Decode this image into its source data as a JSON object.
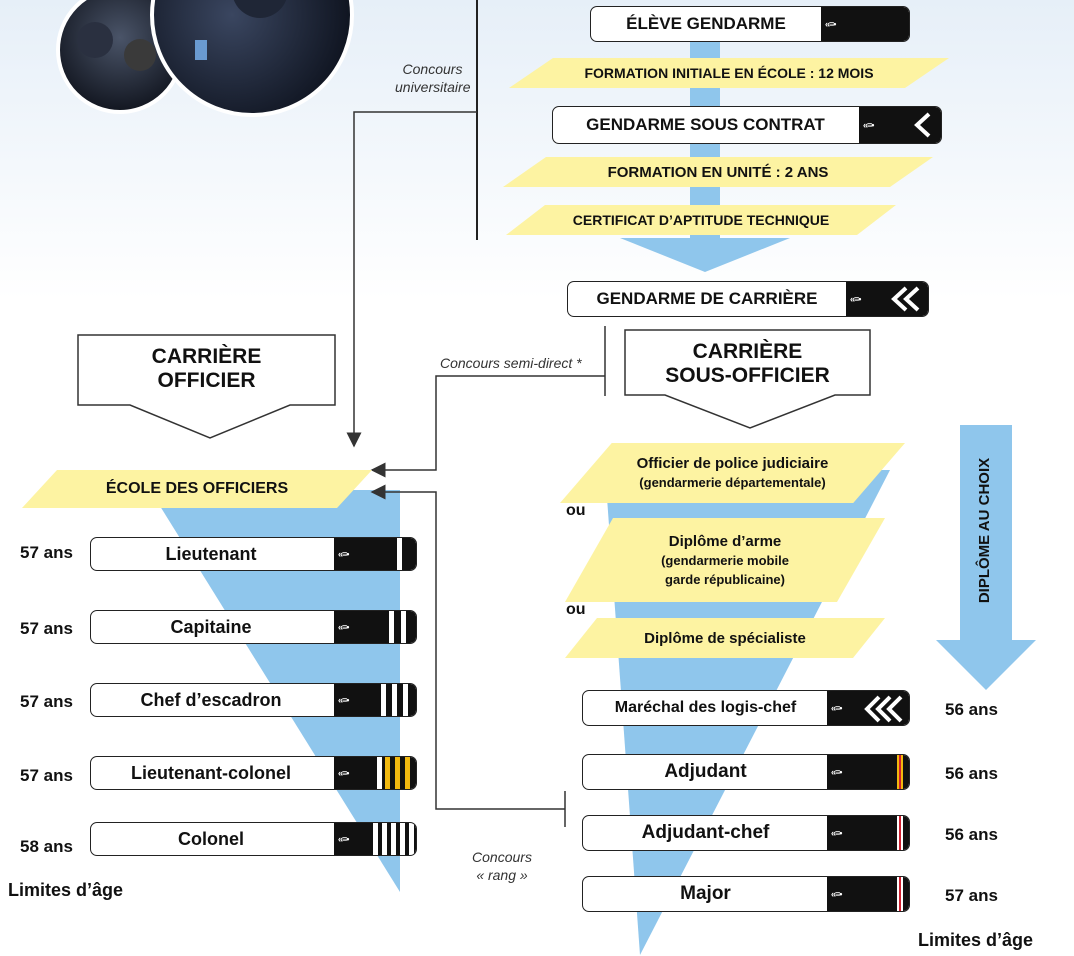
{
  "top": {
    "eleve_gendarme": "ÉLÈVE GENDARME",
    "formation_initiale": "FORMATION INITIALE EN ÉCOLE : 12 MOIS",
    "gendarme_sous_contrat": "GENDARME SOUS CONTRAT",
    "formation_unite": "FORMATION EN UNITÉ : 2 ANS",
    "certificat": "CERTIFICAT D’APTITUDE TECHNIQUE",
    "gendarme_carriere": "GENDARME DE CARRIÈRE",
    "concours_universitaire": [
      "Concours",
      "universitaire"
    ]
  },
  "officer": {
    "career_title": [
      "CARRIÈRE",
      "OFFICIER"
    ],
    "ecole": "ÉCOLE DES OFFICIERS",
    "ranks": [
      {
        "name": "Lieutenant",
        "age": "57 ans"
      },
      {
        "name": "Capitaine",
        "age": "57 ans"
      },
      {
        "name": "Chef d’escadron",
        "age": "57 ans"
      },
      {
        "name": "Lieutenant-colonel",
        "age": "57 ans"
      },
      {
        "name": "Colonel",
        "age": "58 ans"
      }
    ],
    "limites": "Limites d’âge"
  },
  "nco": {
    "career_title": [
      "CARRIÈRE",
      "SOUS-OFFICIER"
    ],
    "concours_semi_direct": "Concours semi-direct *",
    "opj": [
      "Officier de police judiciaire",
      "(gendarmerie départementale)"
    ],
    "ou": "ou",
    "diplome_arme": [
      "Diplôme d’arme",
      "(gendarmerie mobile",
      "garde républicaine)"
    ],
    "diplome_specialiste": "Diplôme de spécialiste",
    "diplome_choix": "DIPLÔME AU CHOIX",
    "ranks": [
      {
        "name": "Maréchal des logis-chef",
        "age": "56 ans"
      },
      {
        "name": "Adjudant",
        "age": "56 ans"
      },
      {
        "name": "Adjudant-chef",
        "age": "56 ans"
      },
      {
        "name": "Major",
        "age": "57 ans"
      }
    ],
    "concours_rang": [
      "Concours",
      "« rang »"
    ],
    "limites": "Limites d’âge"
  },
  "colors": {
    "light_blue": "#8fc6ec",
    "yellow": "#fdf3a2",
    "dark": "#111111"
  }
}
